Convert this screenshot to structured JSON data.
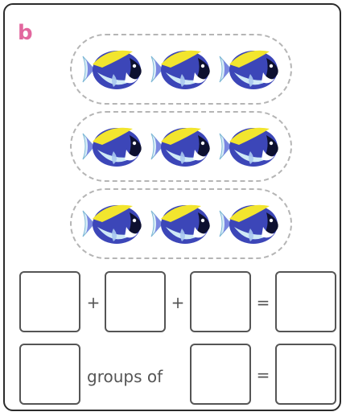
{
  "part": {
    "letter": "b"
  },
  "groups": [
    {
      "fish": [
        "blue-tang-fish",
        "blue-tang-fish",
        "blue-tang-fish"
      ]
    },
    {
      "fish": [
        "blue-tang-fish",
        "blue-tang-fish",
        "blue-tang-fish"
      ]
    },
    {
      "fish": [
        "blue-tang-fish",
        "blue-tang-fish",
        "blue-tang-fish"
      ]
    }
  ],
  "addition_row": {
    "plus_1": "+",
    "plus_2": "+",
    "equals": "="
  },
  "multiplication_row": {
    "words": "groups of",
    "equals": "="
  },
  "colors": {
    "part_letter": "#e2679e",
    "fish_body": "#3c46b8",
    "fish_stripe": "#f2e52e"
  }
}
